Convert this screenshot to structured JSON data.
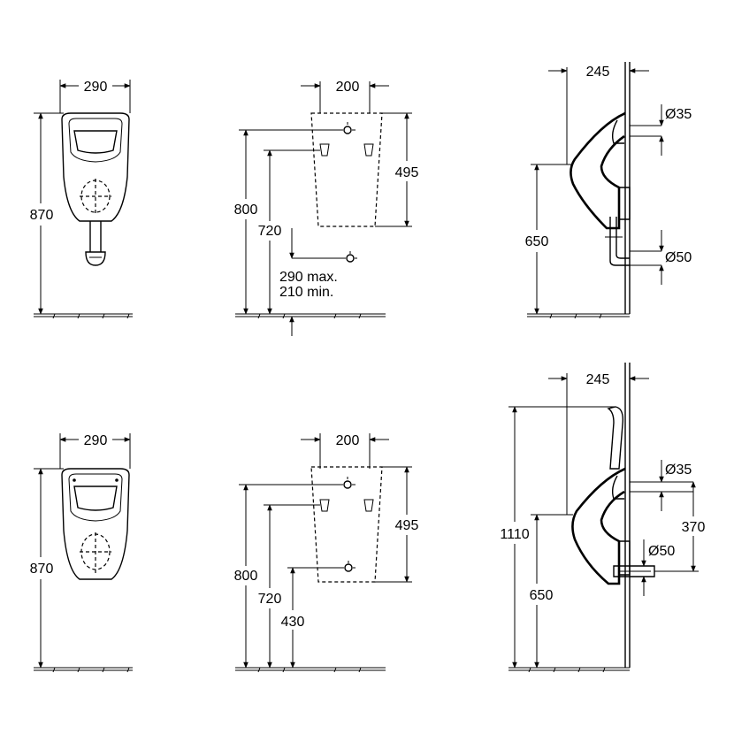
{
  "top_row": {
    "front": {
      "width": "290",
      "height": "870"
    },
    "rear": {
      "width": "200",
      "height": "495",
      "total": "800",
      "inlet": "720",
      "outlet_max": "290 max.",
      "outlet_min": "210 min."
    },
    "side": {
      "depth": "245",
      "inlet_dia": "Ø35",
      "outlet_dia": "Ø50",
      "rim": "650"
    }
  },
  "bottom_row": {
    "front": {
      "width": "290",
      "height": "870"
    },
    "rear": {
      "width": "200",
      "height": "495",
      "total": "800",
      "inlet": "720",
      "outlet": "430"
    },
    "side": {
      "depth": "245",
      "inlet_dia": "Ø35",
      "outlet_dia": "Ø50",
      "total": "1110",
      "rim": "650",
      "pipe_gap": "370"
    }
  }
}
